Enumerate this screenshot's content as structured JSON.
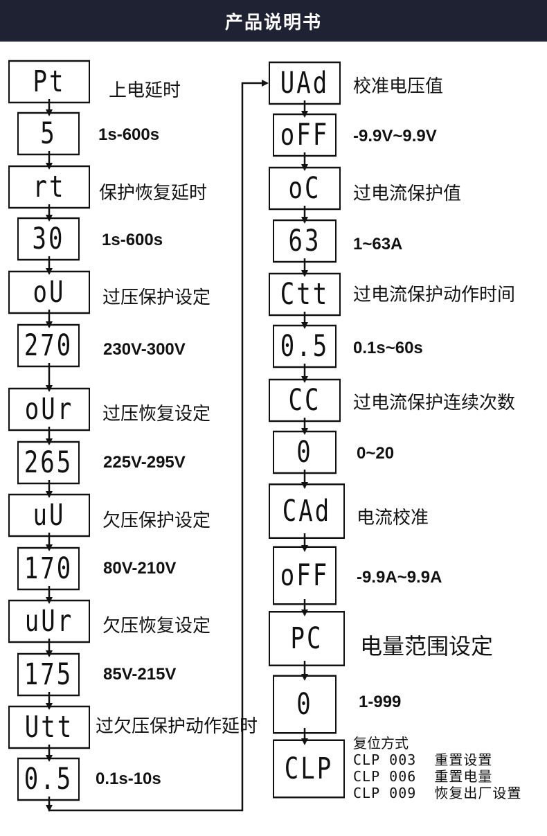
{
  "header": {
    "title": "产品说明书"
  },
  "left_column": [
    {
      "display": "Pt",
      "label": "上电延时"
    },
    {
      "display": "5",
      "label": "1s-600s"
    },
    {
      "display": "rt",
      "label": "保护恢复延时"
    },
    {
      "display": "30",
      "label": "1s-600s"
    },
    {
      "display": "oU",
      "label": "过压保护设定"
    },
    {
      "display": "270",
      "label": "230V-300V"
    },
    {
      "display": "oUr",
      "label": "过压恢复设定"
    },
    {
      "display": "265",
      "label": "225V-295V"
    },
    {
      "display": "uU",
      "label": "欠压保护设定"
    },
    {
      "display": "170",
      "label": "80V-210V"
    },
    {
      "display": "uUr",
      "label": "欠压恢复设定"
    },
    {
      "display": "175",
      "label": "85V-215V"
    },
    {
      "display": "Utt",
      "label": "过欠压保护动作延时"
    },
    {
      "display": "0.5",
      "label": "0.1s-10s"
    }
  ],
  "right_column": [
    {
      "display": "UAd",
      "label": "校准电压值"
    },
    {
      "display": "oFF",
      "label": "-9.9V~9.9V"
    },
    {
      "display": "oC",
      "label": "过电流保护值"
    },
    {
      "display": "63",
      "label": "1~63A"
    },
    {
      "display": "Ctt",
      "label": "过电流保护动作时间"
    },
    {
      "display": "0.5",
      "label": "0.1s~60s"
    },
    {
      "display": "CC",
      "label": "过电流保护连续次数"
    },
    {
      "display": "0",
      "label": "0~20"
    },
    {
      "display": "CAd",
      "label": "电流校准"
    },
    {
      "display": "oFF",
      "label": "-9.9A~9.9A"
    },
    {
      "display": "PC",
      "label": "电量范围设定"
    },
    {
      "display": "0",
      "label": "1-999"
    },
    {
      "display": "CLP",
      "label": ""
    }
  ],
  "reset": {
    "title": "复位方式",
    "lines": [
      "CLP 003  重置设置",
      "CLP 006  重置电量",
      "CLP 009  恢复出厂设置"
    ]
  }
}
